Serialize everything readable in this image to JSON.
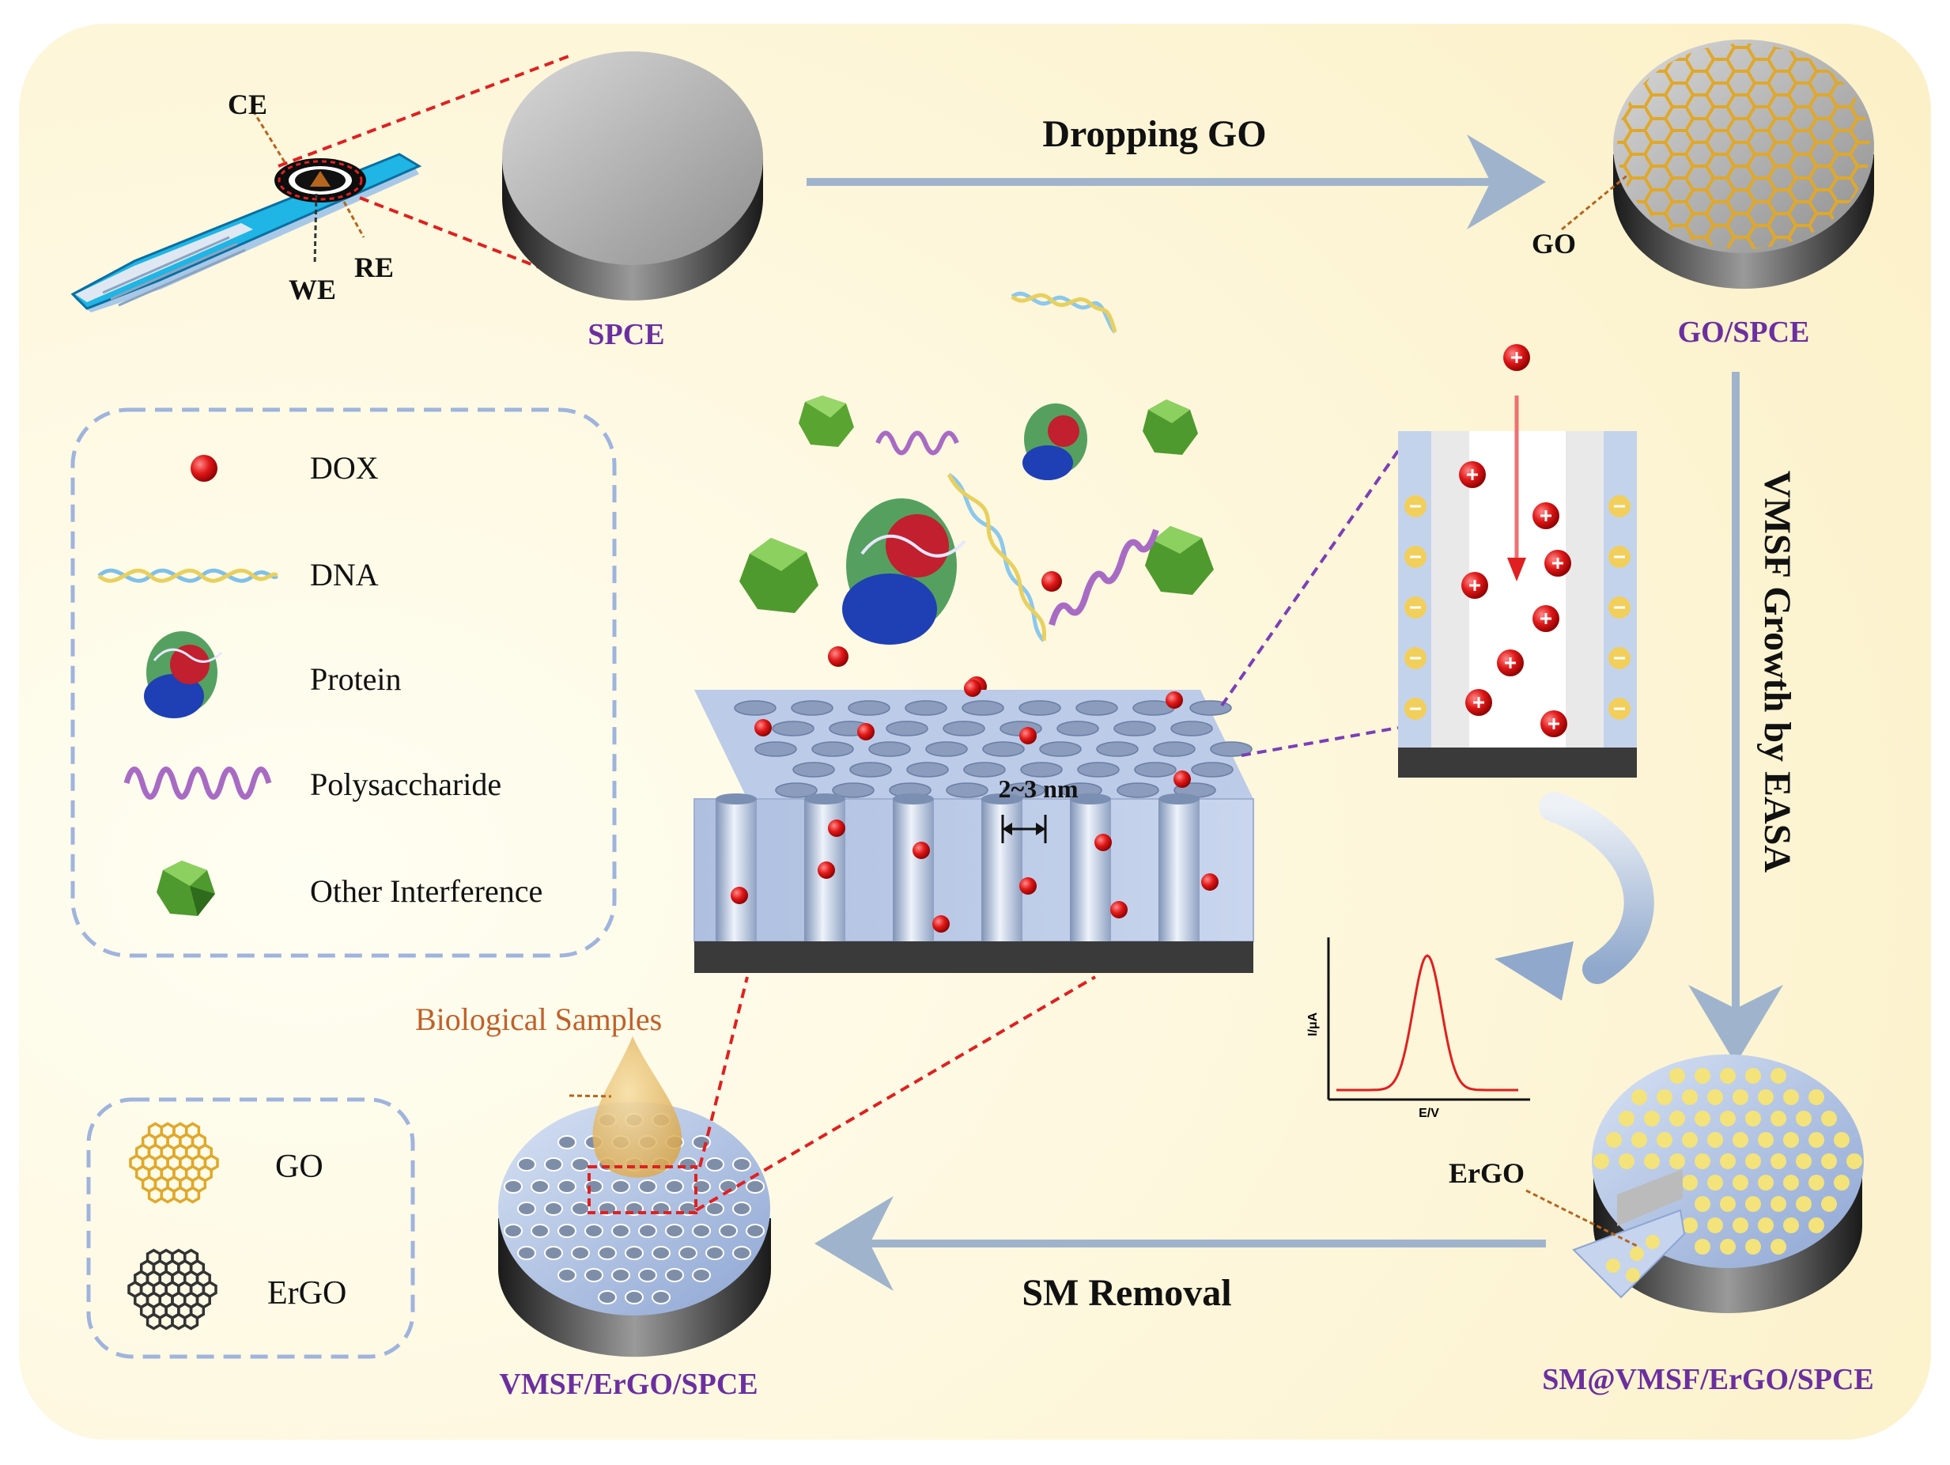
{
  "labels": {
    "ce": "CE",
    "we": "WE",
    "re": "RE",
    "spce": "SPCE",
    "dropping_go": "Dropping GO",
    "go_pointer": "GO",
    "go_spce": "GO/SPCE",
    "vmsf_growth": "VMSF Growth by EASA",
    "sm_vmsf": "SM@VMSF/ErGO/SPCE",
    "ergo_pointer": "ErGO",
    "sm_removal": "SM Removal",
    "vmsf_ergo": "VMSF/ErGO/SPCE",
    "bio_samples": "Biological Samples",
    "pore_size": "2~3 nm",
    "y_axis": "I/μA",
    "x_axis": "E/V"
  },
  "legend_main": {
    "items": [
      {
        "label": "DOX",
        "icon": "dox-sphere-icon"
      },
      {
        "label": "DNA",
        "icon": "dna-helix-icon"
      },
      {
        "label": "Protein",
        "icon": "protein-icon"
      },
      {
        "label": "Polysaccharide",
        "icon": "polysaccharide-icon"
      },
      {
        "label": "Other Interference",
        "icon": "interference-polyhedron-icon"
      }
    ]
  },
  "legend_materials": {
    "items": [
      {
        "label": "GO",
        "icon": "go-honeycomb-icon"
      },
      {
        "label": "ErGO",
        "icon": "ergo-honeycomb-icon"
      }
    ]
  },
  "colors": {
    "background": "#fdf6dc",
    "purple_label": "#6b2fa0",
    "orange_label": "#c0602a",
    "arrow": "#9fb4cc",
    "dashed_red": "#e02020",
    "dashed_purple": "#7b3fb5",
    "dox_red": "#e01818",
    "go_gold": "#e0a82a",
    "silica_blue": "#b7c9e6"
  }
}
